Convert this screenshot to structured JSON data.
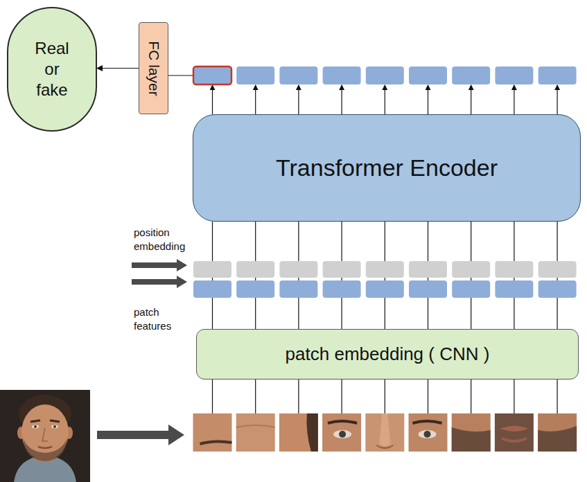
{
  "diagram": {
    "nodes": [
      {
        "text": [
          "Real or fake"
        ]
      },
      {
        "text": [
          "FC layer"
        ]
      },
      {
        "text": [
          "Transformer Encoder"
        ]
      },
      {
        "text": [
          "patch embedding ( CNN )"
        ]
      }
    ],
    "edges": [
      {
        "from": 1,
        "to": 0,
        "arrow": "to"
      }
    ],
    "labels": [
      "position embedding",
      "patch features"
    ]
  }
}
